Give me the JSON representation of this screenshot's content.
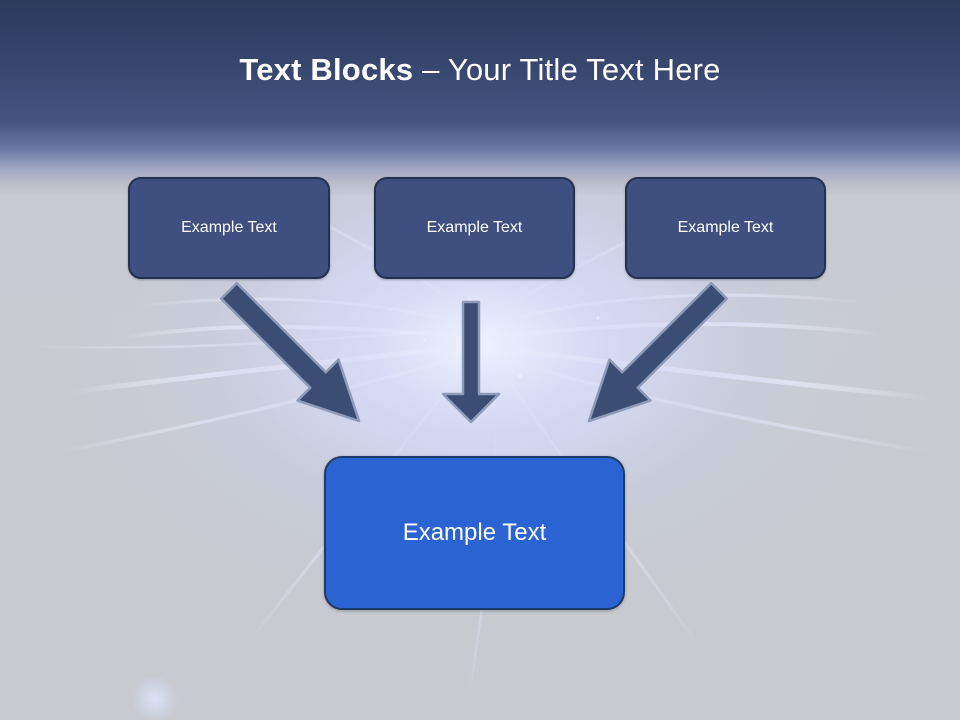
{
  "slide": {
    "title": {
      "bold_part": "Text Blocks",
      "separator": " – ",
      "regular_part": "Your Title Text Here",
      "full": "Text Blocks – Your Title Text Here"
    },
    "theme": {
      "banner_top_color": "#2c3a5e",
      "banner_mid_color": "#44547f",
      "background_color": "#c9cbd1",
      "background_glow_color": "#d7ddf8",
      "top_box_fill": "#3f5080",
      "top_box_border": "#23304f",
      "result_box_fill": "#2b63d2",
      "result_box_border": "#1f3a66",
      "arrow_fill": "#3b4d73",
      "arrow_outline": "#8d9ab8",
      "text_color": "#ffffff"
    },
    "diagram": {
      "type": "convergence",
      "top_boxes": [
        {
          "id": "box-1",
          "label": "Example Text"
        },
        {
          "id": "box-2",
          "label": "Example Text"
        },
        {
          "id": "box-3",
          "label": "Example Text"
        }
      ],
      "result_box": {
        "id": "box-result",
        "label": "Example Text"
      },
      "arrows": [
        {
          "id": "arrow-left",
          "direction": "down-right",
          "from": "box-1",
          "to": "box-result"
        },
        {
          "id": "arrow-middle",
          "direction": "down",
          "from": "box-2",
          "to": "box-result"
        },
        {
          "id": "arrow-right",
          "direction": "down-left",
          "from": "box-3",
          "to": "box-result"
        }
      ]
    }
  }
}
